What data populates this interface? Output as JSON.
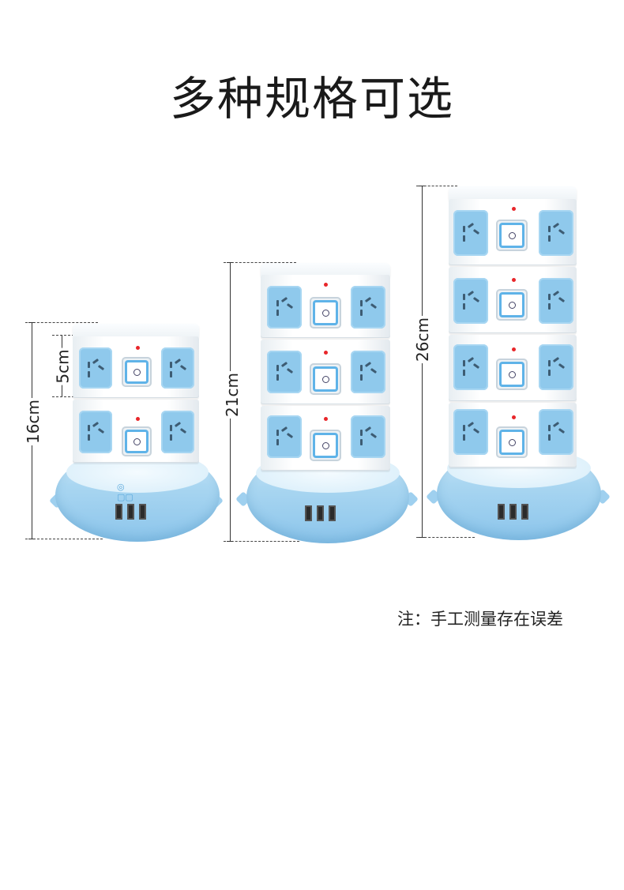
{
  "header": {
    "title": "多种规格可选"
  },
  "dimensions": {
    "small_total": "16cm",
    "small_layer": "5cm",
    "medium_total": "21cm",
    "large_total": "26cm"
  },
  "note": "注：手工测量存在误差",
  "towers": [
    {
      "name": "2-layer",
      "layers": 2,
      "usb_ports": 3
    },
    {
      "name": "3-layer",
      "layers": 3,
      "usb_ports": 3
    },
    {
      "name": "4-layer",
      "layers": 4,
      "usb_ports": 3
    }
  ],
  "colors": {
    "accent_blue": "#8fc9ec",
    "led_red": "#e8262a"
  }
}
